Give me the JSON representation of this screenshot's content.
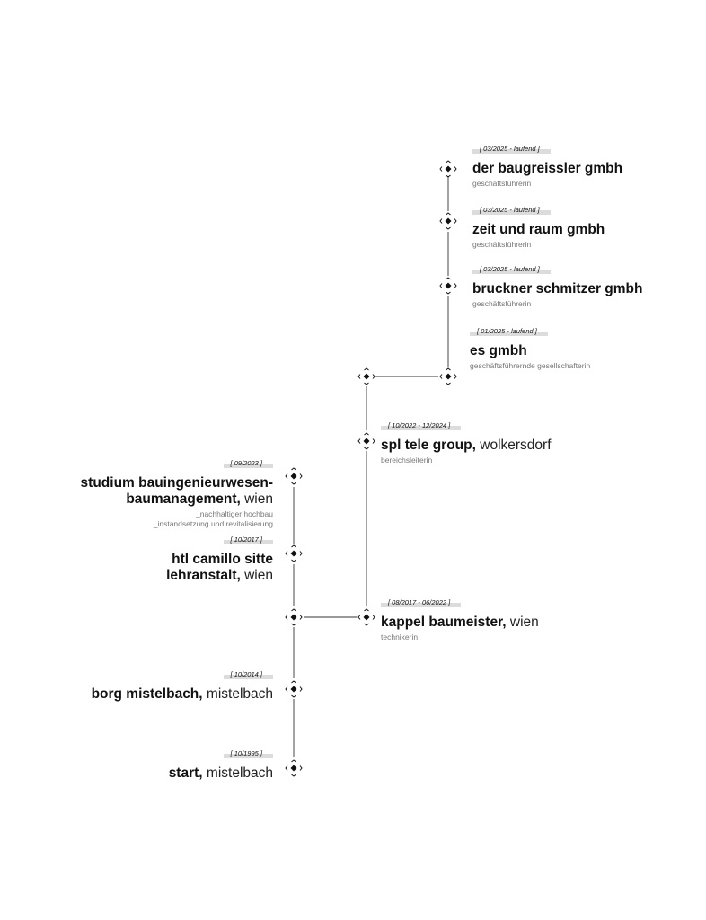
{
  "entries": [
    {
      "id": "baugreissler",
      "side": "right",
      "date": "[ 03/2025 - laufend ]",
      "org": "der baugreissler gmbh",
      "city": "",
      "role": "geschäftsführerin"
    },
    {
      "id": "zeitraum",
      "side": "right",
      "date": "[ 03/2025 - laufend ]",
      "org": "zeit und raum gmbh",
      "city": "",
      "role": "geschäftsführerin"
    },
    {
      "id": "bruckner",
      "side": "right",
      "date": "[ 03/2025 - laufend ]",
      "org": "bruckner schmitzer gmbh",
      "city": "",
      "role": "geschäftsführerin"
    },
    {
      "id": "es",
      "side": "right",
      "date": "[ 01/2025 - laufend ]",
      "org": "es gmbh",
      "city": "",
      "role": "geschäftsführernde gesellschafterin"
    },
    {
      "id": "spl",
      "side": "right",
      "date": "[ 10/2022 - 12/2024 ]",
      "org": "spl tele group,",
      "city": "wolkersdorf",
      "role": "bereichsleiterin"
    },
    {
      "id": "studium",
      "side": "left",
      "date": "[ 09/2023 ]",
      "org_lines": [
        "studium bauingenieurwesen-",
        "baumanagement,"
      ],
      "city": "wien",
      "notes": [
        "_nachhaltiger hochbau",
        "_instandsetzung und revitalisierung"
      ]
    },
    {
      "id": "htl",
      "side": "left",
      "date": "[ 10/2017 ]",
      "org_lines": [
        "htl camillo sitte",
        "lehranstalt,"
      ],
      "city": "wien"
    },
    {
      "id": "kappel",
      "side": "right",
      "date": "[ 08/2017 - 06/2022 ]",
      "org": "kappel baumeister,",
      "city": "wien",
      "role": "technikerin"
    },
    {
      "id": "borg",
      "side": "left",
      "date": "[ 10/2014 ]",
      "org": "borg mistelbach,",
      "city": "mistelbach"
    },
    {
      "id": "start",
      "side": "left",
      "date": "[ 10/1995 ]",
      "org": "start,",
      "city": "mistelbach"
    }
  ]
}
